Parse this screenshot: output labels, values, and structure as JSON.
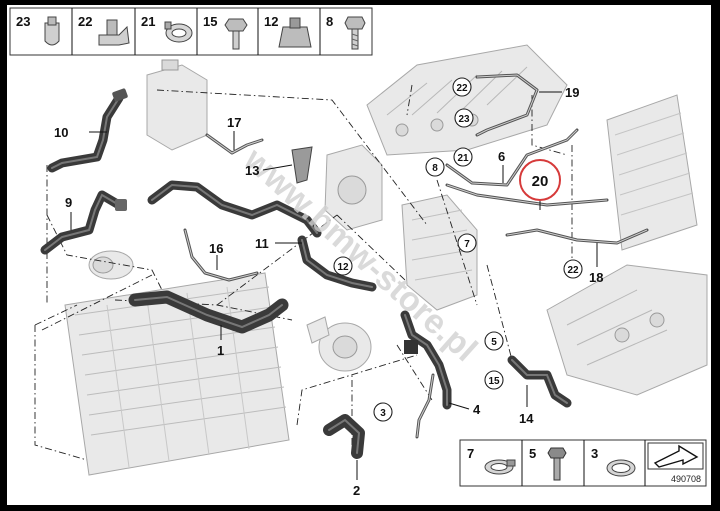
{
  "diagram": {
    "reference_number": "490708",
    "watermark": "www.bmw-store.pl",
    "highlight_color": "#d63a3a",
    "highlighted_part": "20",
    "legend_top": [
      "23",
      "22",
      "21",
      "15",
      "12",
      "8"
    ],
    "legend_bottom": [
      "7",
      "5",
      "3"
    ],
    "part_labels": {
      "p1": "1",
      "p2": "2",
      "p4": "4",
      "p6": "6",
      "p9": "9",
      "p10": "10",
      "p11": "11",
      "p13": "13",
      "p14": "14",
      "p16": "16",
      "p17": "17",
      "p18": "18",
      "p19": "19",
      "p20": "20"
    },
    "circled_labels": {
      "c22a": "22",
      "c23": "23",
      "c21": "21",
      "c8": "8",
      "c7": "7",
      "c22b": "22",
      "c12": "12",
      "c3": "3",
      "c5": "5",
      "c15": "15"
    }
  }
}
